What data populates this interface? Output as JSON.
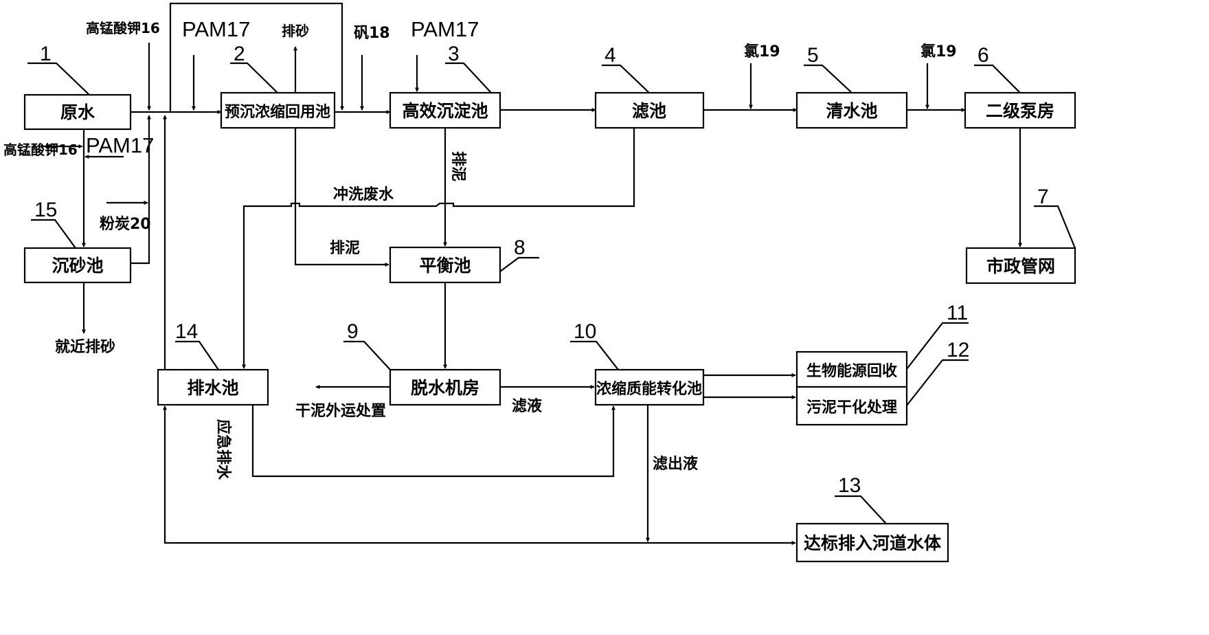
{
  "boxes": {
    "raw_water": "原水",
    "pre_sedimentation": "预沉浓缩回用池",
    "high_eff_sedimentation": "高效沉淀池",
    "filter": "滤池",
    "clear_water": "清水池",
    "secondary_pump": "二级泵房",
    "municipal_network": "市政管网",
    "balance_tank": "平衡池",
    "dewatering_room": "脱水机房",
    "concentration_tank": "浓缩质能转化池",
    "bio_energy": "生物能源回收",
    "sludge_drying": "污泥干化处理",
    "river_discharge": "达标排入河道水体",
    "drain_tank": "排水池",
    "grit_chamber": "沉砂池"
  },
  "numbers": {
    "n1": "1",
    "n2": "2",
    "n3": "3",
    "n4": "4",
    "n5": "5",
    "n6": "6",
    "n7": "7",
    "n8": "8",
    "n9": "9",
    "n10": "10",
    "n11": "11",
    "n12": "12",
    "n13": "13",
    "n14": "14",
    "n15": "15"
  },
  "labels": {
    "kmno4_top": "高锰酸钾16",
    "pam_top1": "PAM17",
    "sand_discharge_top": "排砂",
    "alum": "矾18",
    "pam_top2": "PAM17",
    "chlorine1": "氯19",
    "chlorine2": "氯19",
    "pam_left": "PAM17",
    "kmno4_left": "高锰酸钾16",
    "powder_carbon": "粉炭20",
    "sludge_vertical": "排泥",
    "washing_wastewater": "冲洗废水",
    "sludge_horizontal": "排泥",
    "nearby_sand": "就近排砂",
    "dry_sludge": "干泥外运处置",
    "filtrate": "滤液",
    "emergency_drain": "应急排水",
    "filtered_liquid": "滤出液"
  }
}
